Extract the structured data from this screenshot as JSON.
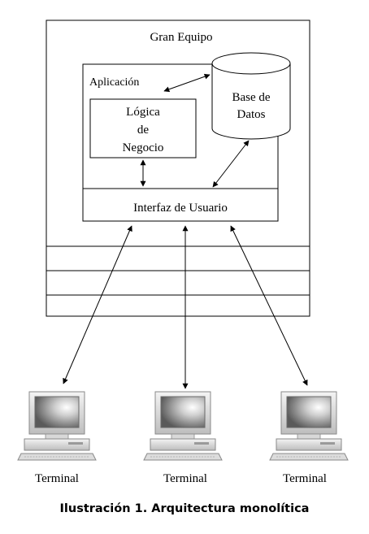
{
  "diagram": {
    "mainframe_label": "Gran Equipo",
    "application_label": "Aplicación",
    "database": {
      "line1": "Base de",
      "line2": "Datos"
    },
    "business_logic": {
      "line1": "Lógica",
      "line2": "de",
      "line3": "Negocio"
    },
    "user_interface_label": "Interfaz de Usuario",
    "terminals": [
      {
        "label": "Terminal",
        "icon": "computer-terminal-icon"
      },
      {
        "label": "Terminal",
        "icon": "computer-terminal-icon"
      },
      {
        "label": "Terminal",
        "icon": "computer-terminal-icon"
      }
    ]
  },
  "caption": "Ilustración 1. Arquitectura monolítica"
}
